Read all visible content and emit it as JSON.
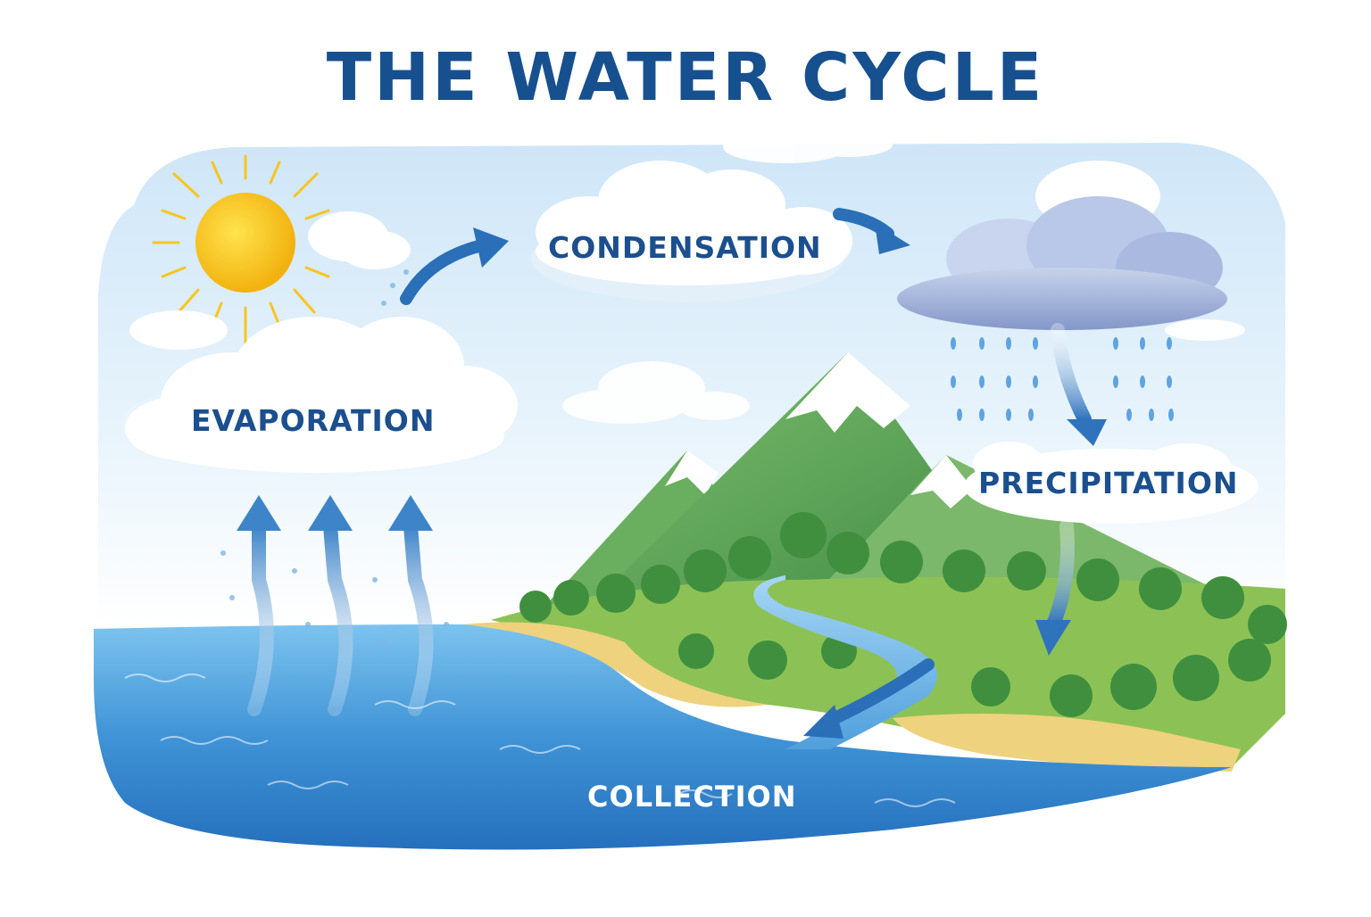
{
  "title": "THE WATER CYCLE",
  "stages": {
    "evaporation": "EVAPORATION",
    "condensation": "CONDENSATION",
    "precipitation": "PRECIPITATION",
    "collection": "COLLECTION"
  },
  "colors": {
    "title": "#17508f",
    "label": "#1b4f8e",
    "sea": "#3f93d6",
    "sky": "#dbeefb",
    "sun": "#f7c51e",
    "mountain": "#5da456",
    "snow": "#ffffff",
    "sand": "#eed27d",
    "arrow": "#2a6fb8"
  }
}
